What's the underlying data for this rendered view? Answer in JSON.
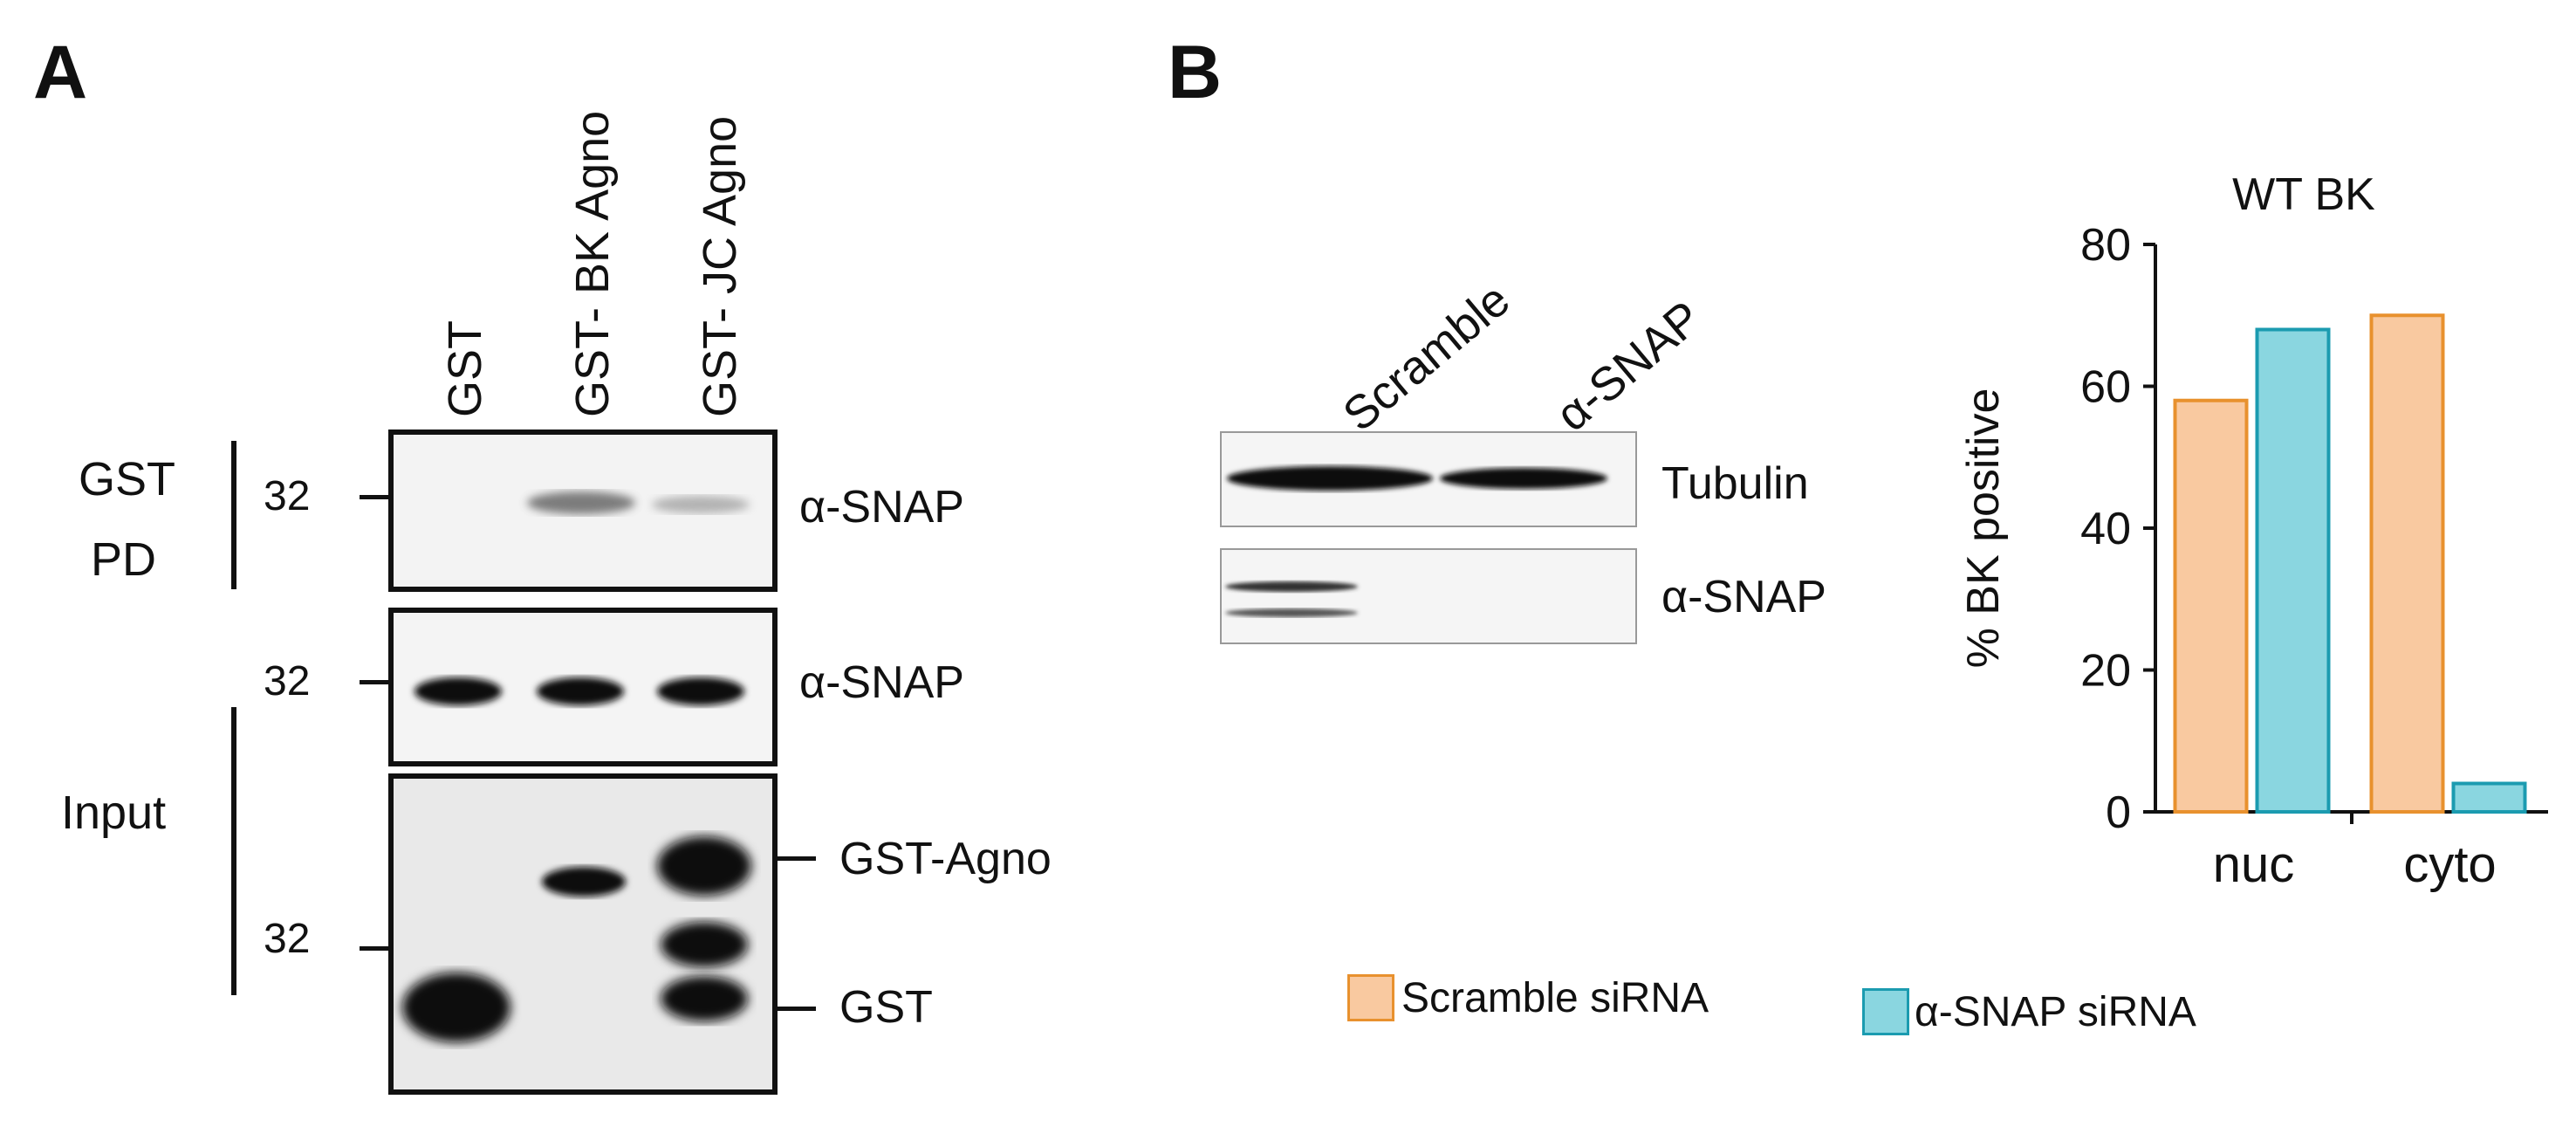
{
  "panel_a": {
    "letter": "A",
    "lanes": [
      "GST",
      "GST- BK Agno",
      "GST- JC Agno"
    ],
    "group_labels": {
      "gst_pd_line1": "GST",
      "gst_pd_line2": "PD",
      "input": "Input"
    },
    "mw_markers": [
      "32",
      "32",
      "32"
    ],
    "band_labels": {
      "blot1": "α-SNAP",
      "blot2": "α-SNAP",
      "blot3_upper": "GST-Agno",
      "blot3_lower": "GST"
    }
  },
  "panel_b": {
    "letter": "B",
    "lanes": [
      "Scramble",
      "α-SNAP"
    ],
    "band_labels": {
      "tubulin": "Tubulin",
      "snap": "α-SNAP"
    },
    "legend": [
      {
        "label": "Scramble siRNA",
        "fill": "#f9c9a0",
        "stroke": "#e8912e"
      },
      {
        "label": "α-SNAP siRNA",
        "fill": "#8ad6e0",
        "stroke": "#1b9bb0"
      }
    ]
  },
  "chart_data": {
    "type": "bar",
    "title": "WT BK",
    "categories": [
      "nuc",
      "cyto"
    ],
    "series": [
      {
        "name": "Scramble siRNA",
        "values": [
          58,
          70
        ],
        "color": "#f9c9a0",
        "stroke": "#e8912e"
      },
      {
        "name": "α-SNAP siRNA",
        "values": [
          68,
          4
        ],
        "color": "#8ad6e0",
        "stroke": "#1b9bb0"
      }
    ],
    "xlabel": "",
    "ylabel": "% BK positive",
    "ylim": [
      0,
      80
    ],
    "yticks": [
      0,
      20,
      40,
      60,
      80
    ],
    "grid": false,
    "legend_position": "bottom"
  }
}
